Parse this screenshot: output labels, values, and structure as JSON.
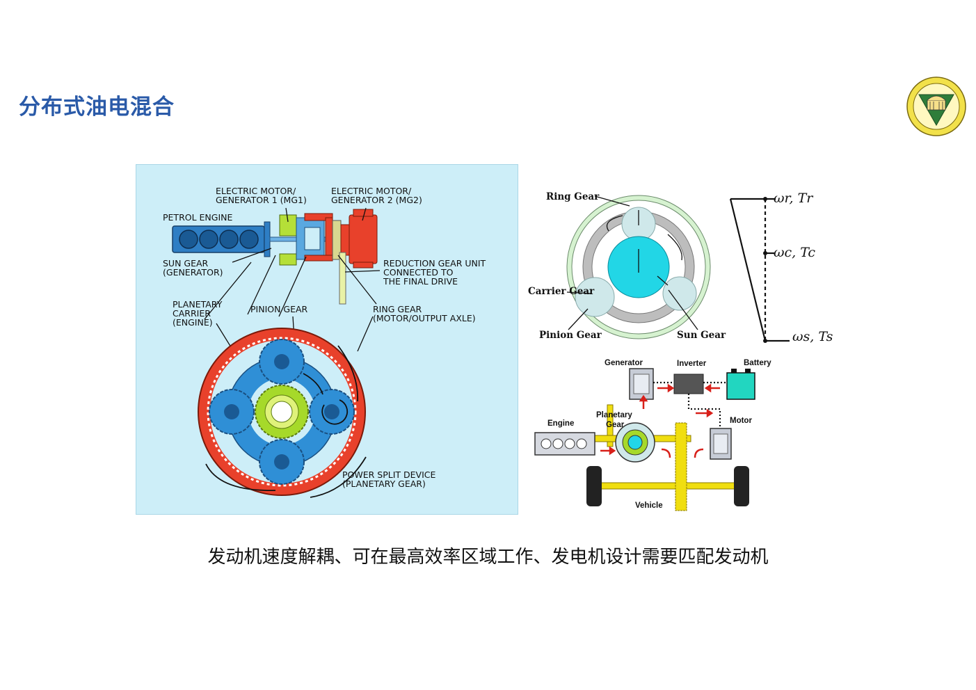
{
  "slide": {
    "title": "分布式油电混合",
    "caption": "发动机速度解耦、可在最高效率区域工作、发电机设计需要匹配发动机"
  },
  "left_diagram": {
    "mg1_label": [
      "ELECTRIC MOTOR/",
      "GENERATOR 1 (MG1)"
    ],
    "mg2_label": [
      "ELECTRIC MOTOR/",
      "GENERATOR 2 (MG2)"
    ],
    "engine_label": "PETROL ENGINE",
    "sun_gear_label": [
      "SUN GEAR",
      "(GENERATOR)"
    ],
    "reduction_label": [
      "REDUCTION GEAR UNIT",
      "CONNECTED TO",
      "THE FINAL DRIVE"
    ],
    "carrier_label": [
      "PLANETARY",
      "CARRIER",
      "(ENGINE)"
    ],
    "pinion_label": "PINION GEAR",
    "ring_label": [
      "RING GEAR",
      "(MOTOR/OUTPUT AXLE)"
    ],
    "psd_label": [
      "POWER SPLIT DEVICE",
      "(PLANETARY GEAR)"
    ]
  },
  "right_top": {
    "ring_gear": "Ring Gear",
    "carrier_gear": "Carrier Gear",
    "pinion_gear": "Pinion Gear",
    "sun_gear": "Sun Gear",
    "omega_r": "ωr, Tr",
    "omega_c": "ωc, Tc",
    "omega_s": "ωs, Ts"
  },
  "right_bottom": {
    "generator": "Generator",
    "inverter": "Inverter",
    "battery": "Battery",
    "engine": "Engine",
    "planetary": [
      "Planetary",
      "Gear"
    ],
    "motor": "Motor",
    "vehicle": "Vehicle"
  },
  "colors": {
    "title_blue": "#2a5aa8",
    "ring_red": "#e8412b",
    "gear_blue": "#2f8fd6",
    "sun_green": "#a6d92a",
    "panel_bg": "#cdeef8"
  }
}
